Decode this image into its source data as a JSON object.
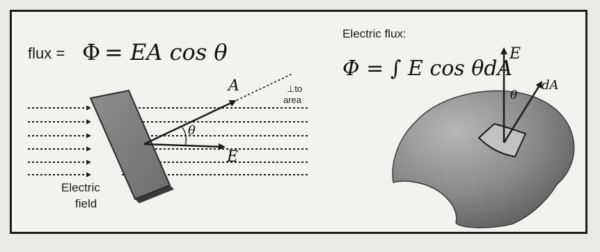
{
  "left": {
    "formula_prefix": "flux =",
    "formula_phi": "Φ",
    "formula_rhs": "= EA cos θ",
    "vector_a_label": "A",
    "perp_label_line1": "⊥to",
    "perp_label_line2": "area",
    "theta_label": "θ",
    "vector_e_label": "E",
    "field_label_line1": "Electric",
    "field_label_line2": "field"
  },
  "right": {
    "title": "Electric flux:",
    "integral_formula": "Φ = ∫ E cos θdA",
    "e_label": "E",
    "theta_label": "θ",
    "da_label": "dA"
  }
}
